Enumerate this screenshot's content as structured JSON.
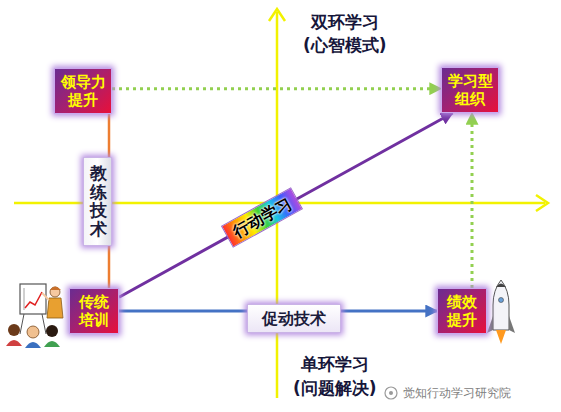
{
  "diagram": {
    "nodes": [
      {
        "text": [
          "领导力提升"
        ]
      },
      {
        "text": [
          "学习型组织"
        ]
      },
      {
        "text": [
          "传统培训"
        ]
      },
      {
        "text": [
          "绩效提升"
        ]
      }
    ],
    "edges": [
      {
        "from": 2,
        "to": 1,
        "label": "行动学习",
        "arrow": "to"
      },
      {
        "from": 2,
        "to": 3,
        "label": "促动技术",
        "arrow": "to"
      },
      {
        "from": 2,
        "to": 0,
        "label": "教练技术",
        "arrow": "none"
      },
      {
        "from": 0,
        "to": 1,
        "arrow": "to"
      },
      {
        "from": 3,
        "to": 1,
        "arrow": "to"
      }
    ],
    "labels": [
      "双环学习",
      "(心智模式)",
      "单环学习",
      "(问题解决)",
      "觉知行动学习研究院"
    ]
  }
}
